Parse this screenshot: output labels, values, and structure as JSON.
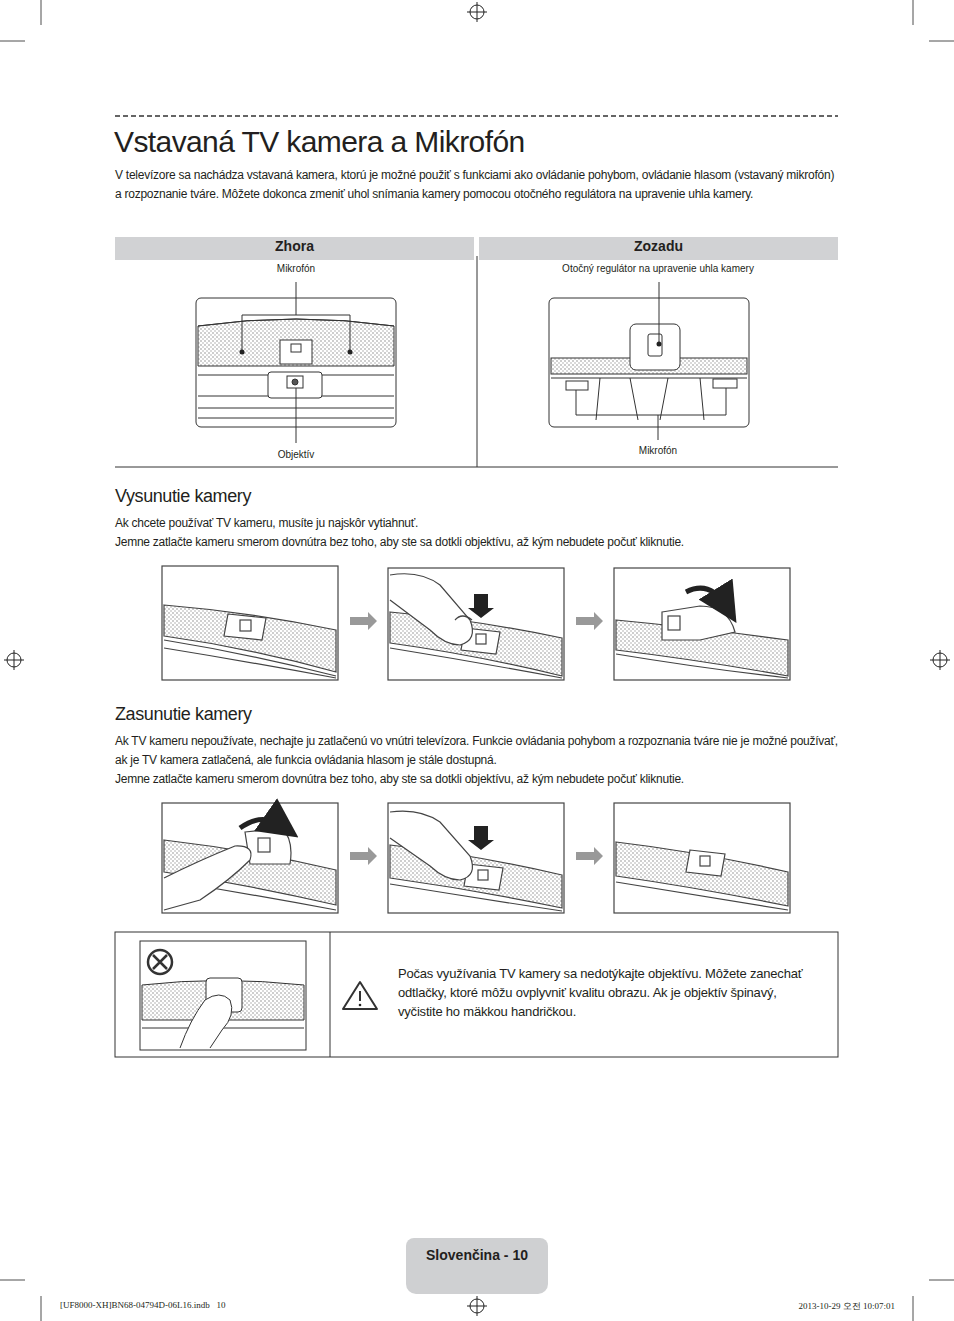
{
  "diagram": {
    "title": "Vstavaná TV kamera a Mikrofón",
    "nodes": [
      {
        "text": [
          "Zhora"
        ]
      },
      {
        "text": [
          "Zozadu"
        ]
      },
      {
        "text": [
          "Počas využívania TV kamery sa nedotýkajte objektívu. Môžete zanechať odtlačky, ktoré môžu ovplyvniť kvalitu obrazu. Ak je objektív špinavý, vyčistite ho mäkkou handričkou."
        ]
      },
      {
        "text": [
          "Slovenčina - 10"
        ]
      }
    ],
    "edges": [],
    "labels": [
      "V televízore sa nachádza vstavaná kamera, ktorú je možné použiť s funkciami ako ovládanie pohybom, ovládanie hlasom (vstavaný mikrofón) a rozpoznanie tváre. Môžete dokonca zmeniť uhol snímania kamery pomocou otočného regulátora na upravenie uhla kamery.",
      "Mikrofón",
      "Objektív",
      "Otočný regulátor na upravenie uhla kamery",
      "Mikrofón",
      "Vysunutie kamery",
      "Ak chcete používať TV kameru, musíte ju najskôr vytiahnuť.",
      "Jemne zatlačte kameru smerom dovnútra bez toho, aby ste sa dotkli objektívu, až kým nebudete počuť kliknutie.",
      "Zasunutie kamery",
      "Ak TV kameru nepoužívate, nechajte ju zatlačenú vo vnútri televízora. Funkcie ovládania pohybom a rozpoznania tváre nie je možné používať, ak je TV kamera zatlačená, ale funkcia ovládania hlasom je stále dostupná.",
      "Jemne zatlačte kameru smerom dovnútra bez toho, aby ste sa dotkli objektívu, až kým nebudete počuť kliknutie.",
      "[UF8000-XH]BN68-04794D-06L16.indb   10",
      "2013-10-29 오전 10:07:01"
    ]
  }
}
